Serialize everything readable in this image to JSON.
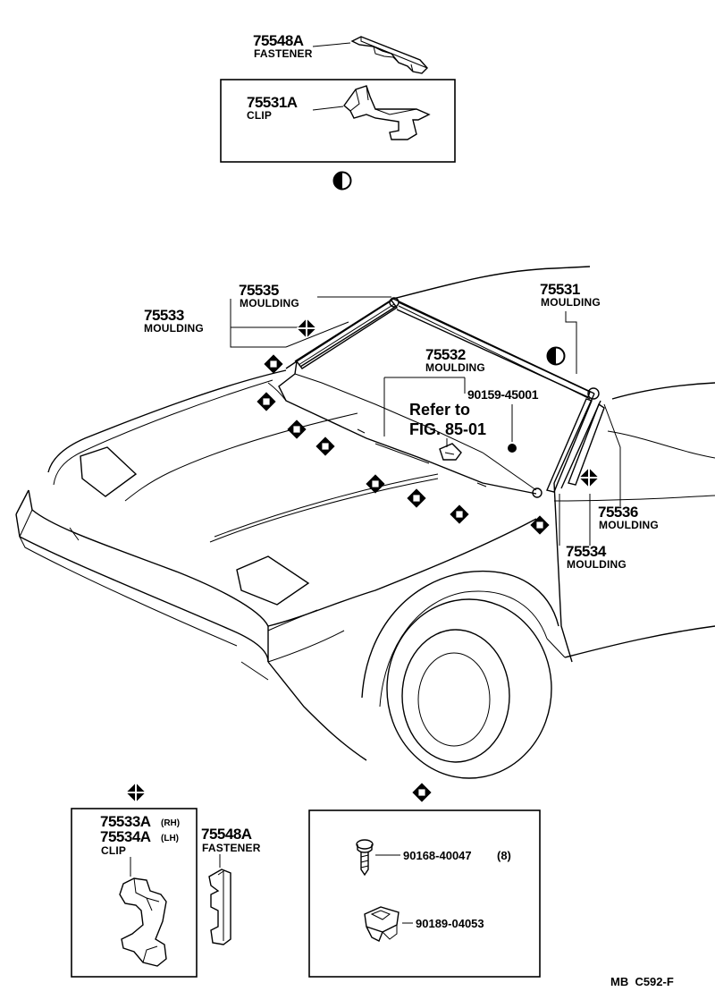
{
  "top_parts": {
    "fastener": {
      "number": "75548A",
      "name": "FASTENER"
    },
    "clip": {
      "number": "75531A",
      "name": "CLIP"
    }
  },
  "callouts": {
    "p75535": {
      "number": "75535",
      "name": "MOULDING"
    },
    "p75533": {
      "number": "75533",
      "name": "MOULDING"
    },
    "p75531": {
      "number": "75531",
      "name": "MOULDING"
    },
    "p75532": {
      "number": "75532",
      "name": "MOULDING"
    },
    "p90159": {
      "number": "90159-45001"
    },
    "ref_line1": "Refer to",
    "ref_line2": "FIG. 85-01",
    "p75536": {
      "number": "75536",
      "name": "MOULDING"
    },
    "p75534": {
      "number": "75534",
      "name": "MOULDING"
    }
  },
  "bottom_left": {
    "clip_rh": {
      "number": "75533A",
      "suffix": "(RH)"
    },
    "clip_lh": {
      "number": "75534A",
      "suffix": "(LH)"
    },
    "clip_name": "CLIP",
    "fastener": {
      "number": "75548A",
      "name": "FASTENER"
    }
  },
  "bottom_right": {
    "screw": {
      "number": "90168-40047",
      "qty": "(8)"
    },
    "nut": {
      "number": "90189-04053"
    }
  },
  "footer_code": "MB  C592-F",
  "symbols": {
    "half_circle": "half-filled-circle-symbol",
    "diamond_outline": "outlined-diamond-symbol",
    "diamond_quad": "quartered-diamond-symbol"
  }
}
